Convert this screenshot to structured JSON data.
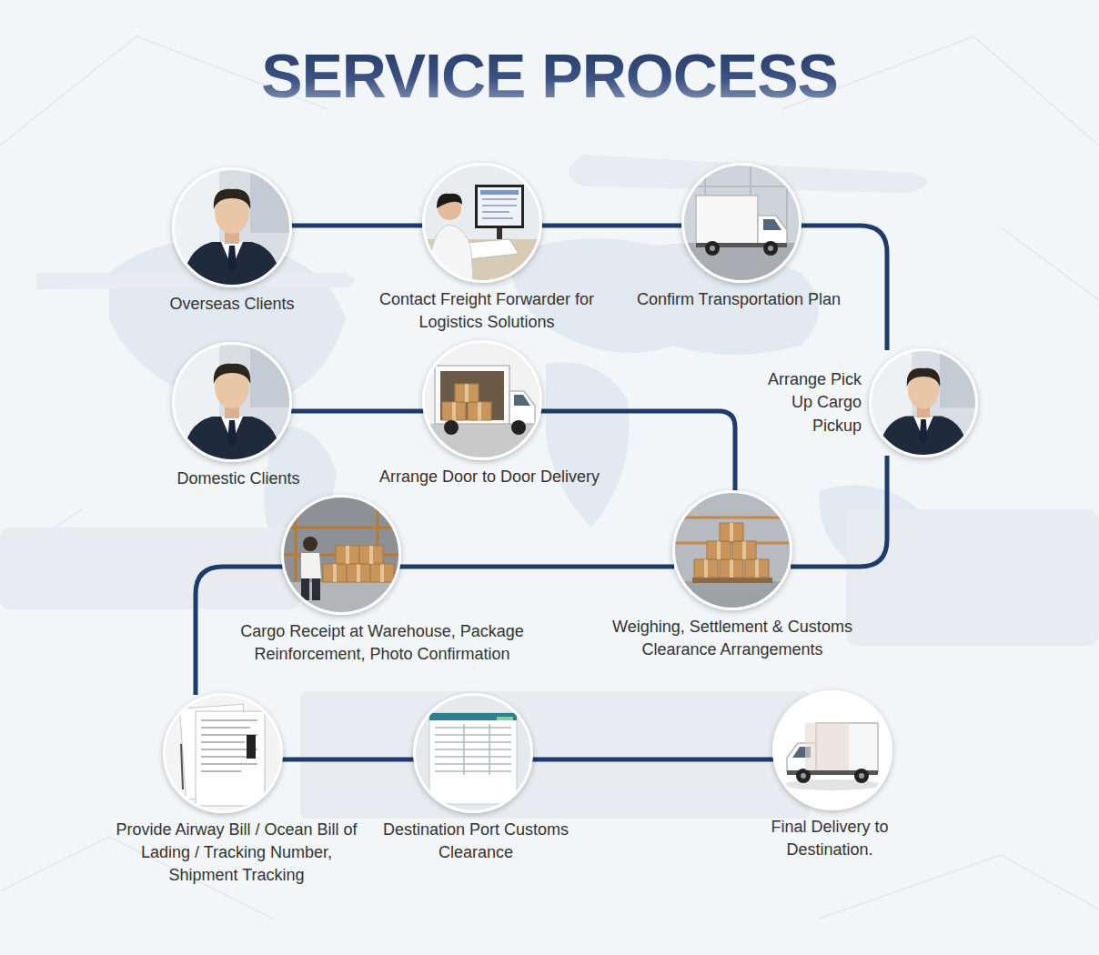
{
  "diagram": {
    "title": "SERVICE PROCESS",
    "nodes": [
      {
        "text": [
          "Overseas Clients"
        ]
      },
      {
        "text": [
          "Contact Freight Forwarder for Logistics Solutions"
        ]
      },
      {
        "text": [
          "Confirm Transportation Plan"
        ]
      },
      {
        "text": [
          "Domestic Clients"
        ]
      },
      {
        "text": [
          "Arrange Door to Door Delivery"
        ]
      },
      {
        "text": [
          "Arrange Pick Up Cargo Pickup"
        ]
      },
      {
        "text": [
          "Cargo Receipt at Warehouse, Package Reinforcement, Photo Confirmation"
        ]
      },
      {
        "text": [
          "Weighing, Settlement & Customs Clearance Arrangements"
        ]
      },
      {
        "text": [
          "Provide Airway Bill / Ocean Bill of Lading / Tracking Number, Shipment Tracking"
        ]
      },
      {
        "text": [
          "Destination Port Customs Clearance"
        ]
      },
      {
        "text": [
          "Final Delivery to Destination."
        ]
      }
    ],
    "edges": [
      {
        "from": 0,
        "to": 1,
        "arrow": "none"
      },
      {
        "from": 1,
        "to": 2,
        "arrow": "none"
      },
      {
        "from": 2,
        "to": 5,
        "arrow": "none"
      },
      {
        "from": 3,
        "to": 4,
        "arrow": "none"
      },
      {
        "from": 4,
        "to": 7,
        "arrow": "none"
      },
      {
        "from": 5,
        "to": 7,
        "arrow": "none"
      },
      {
        "from": 7,
        "to": 6,
        "arrow": "none"
      },
      {
        "from": 6,
        "to": 8,
        "arrow": "none"
      },
      {
        "from": 8,
        "to": 9,
        "arrow": "none"
      },
      {
        "from": 9,
        "to": 10,
        "arrow": "none"
      }
    ]
  }
}
